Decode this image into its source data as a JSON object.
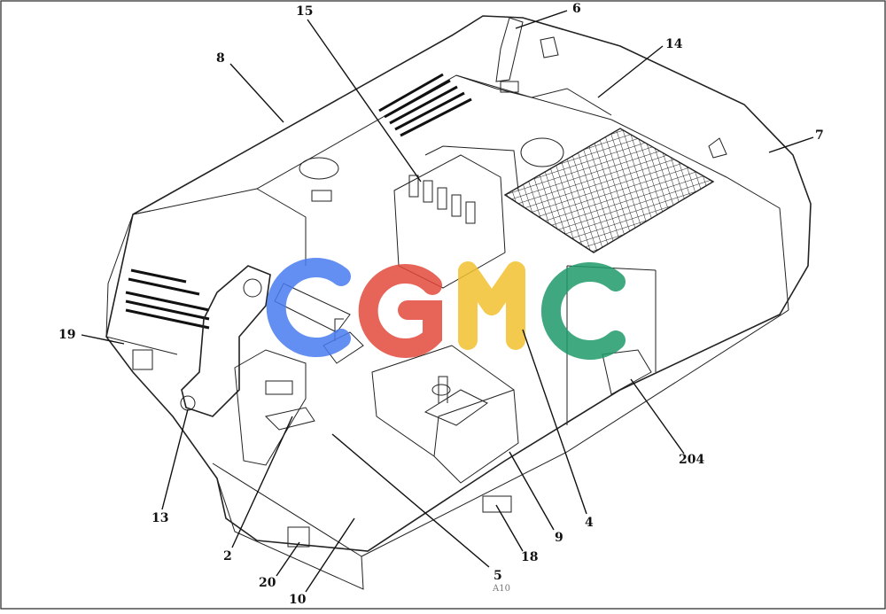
{
  "diagram": {
    "callouts": [
      {
        "id": "c6",
        "label": "6"
      },
      {
        "id": "c15",
        "label": "15"
      },
      {
        "id": "c14",
        "label": "14"
      },
      {
        "id": "c8",
        "label": "8"
      },
      {
        "id": "c7",
        "label": "7"
      },
      {
        "id": "c19",
        "label": "19"
      },
      {
        "id": "c204",
        "label": "204"
      },
      {
        "id": "c13",
        "label": "13"
      },
      {
        "id": "c4",
        "label": "4"
      },
      {
        "id": "c9",
        "label": "9"
      },
      {
        "id": "c2",
        "label": "2"
      },
      {
        "id": "c18",
        "label": "18"
      },
      {
        "id": "c5",
        "label": "5"
      },
      {
        "id": "c20",
        "label": "20"
      },
      {
        "id": "c10",
        "label": "10"
      }
    ],
    "drawing_code": "A10",
    "watermark": "CGMC",
    "colors": {
      "line": "#222222",
      "watermark_blue": "#4a7cf0",
      "watermark_red": "#e24a3b",
      "watermark_yellow": "#f2c12e",
      "watermark_green": "#1f9a6a"
    }
  }
}
